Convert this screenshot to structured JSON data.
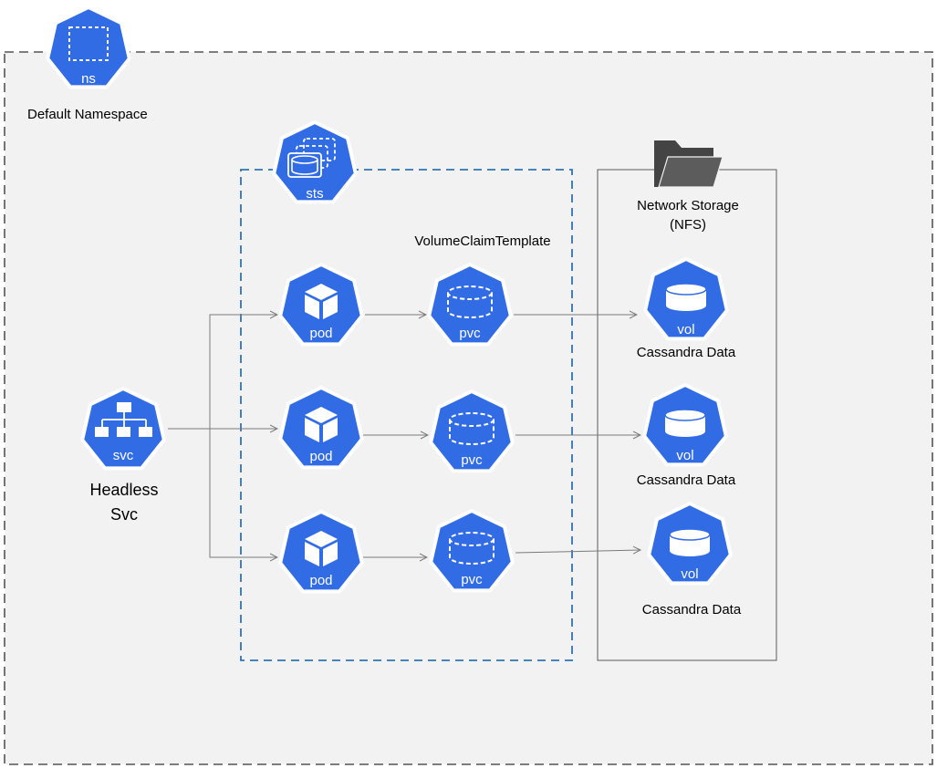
{
  "namespace": {
    "icon_label": "ns",
    "caption": "Default Namespace"
  },
  "statefulset": {
    "icon_label": "sts",
    "template_caption": "VolumeClaimTemplate"
  },
  "service": {
    "icon_label": "svc",
    "caption_line1": "Headless",
    "caption_line2": "Svc"
  },
  "pods": [
    {
      "icon_label": "pod"
    },
    {
      "icon_label": "pod"
    },
    {
      "icon_label": "pod"
    }
  ],
  "pvcs": [
    {
      "icon_label": "pvc"
    },
    {
      "icon_label": "pvc"
    },
    {
      "icon_label": "pvc"
    }
  ],
  "storage": {
    "caption_line1": "Network Storage",
    "caption_line2": "(NFS)",
    "icon": "folder-icon",
    "volumes": [
      {
        "icon_label": "vol",
        "caption": "Cassandra Data"
      },
      {
        "icon_label": "vol",
        "caption": "Cassandra Data"
      },
      {
        "icon_label": "vol",
        "caption": "Cassandra Data"
      }
    ]
  },
  "colors": {
    "k8s_blue": "#326CE5",
    "line": "#7a7a7a",
    "sts_border": "#2E74B5",
    "namespace_bg": "#f2f2f2"
  }
}
